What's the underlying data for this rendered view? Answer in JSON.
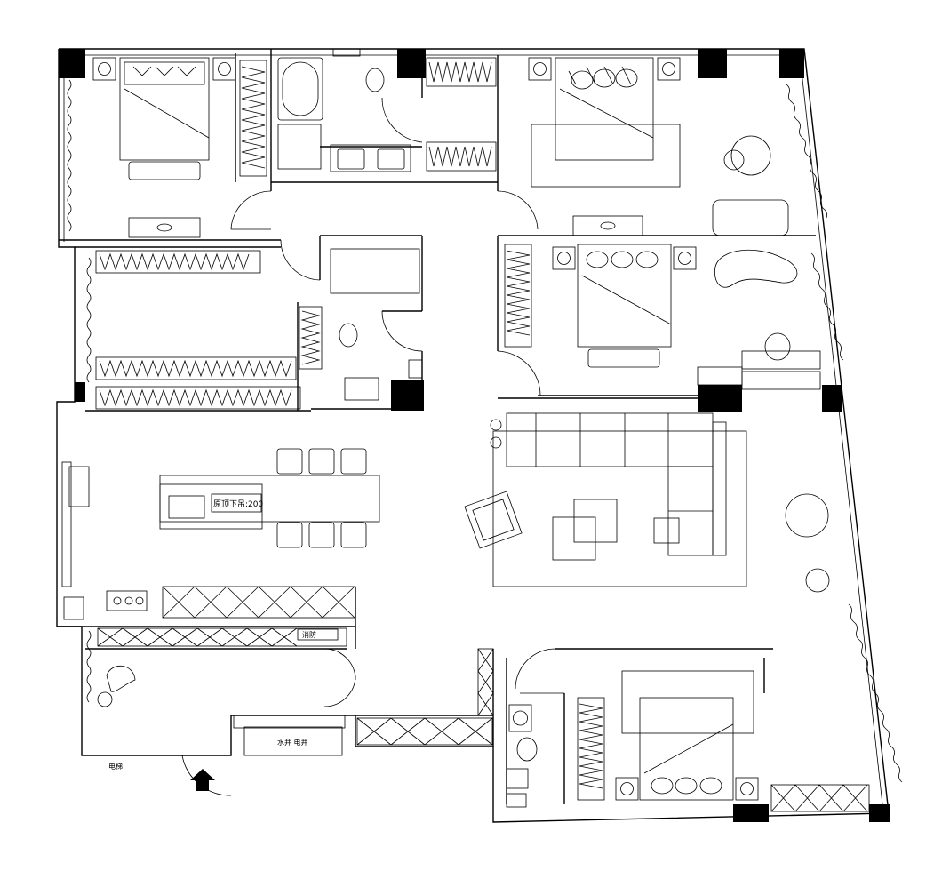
{
  "labels": {
    "ceiling_note": "原顶下吊:200",
    "fire": "消防",
    "shafts": "水井  电井",
    "elevator": "电梯"
  }
}
